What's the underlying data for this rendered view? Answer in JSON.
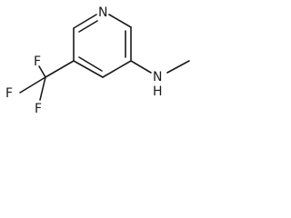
{
  "molecule": {
    "atoms": {
      "ring_nitrogen": "N",
      "amine_nh": "N",
      "amine_h": "H",
      "fluorine_top": "F",
      "fluorine_left": "F",
      "fluorine_bottom": "F"
    }
  }
}
